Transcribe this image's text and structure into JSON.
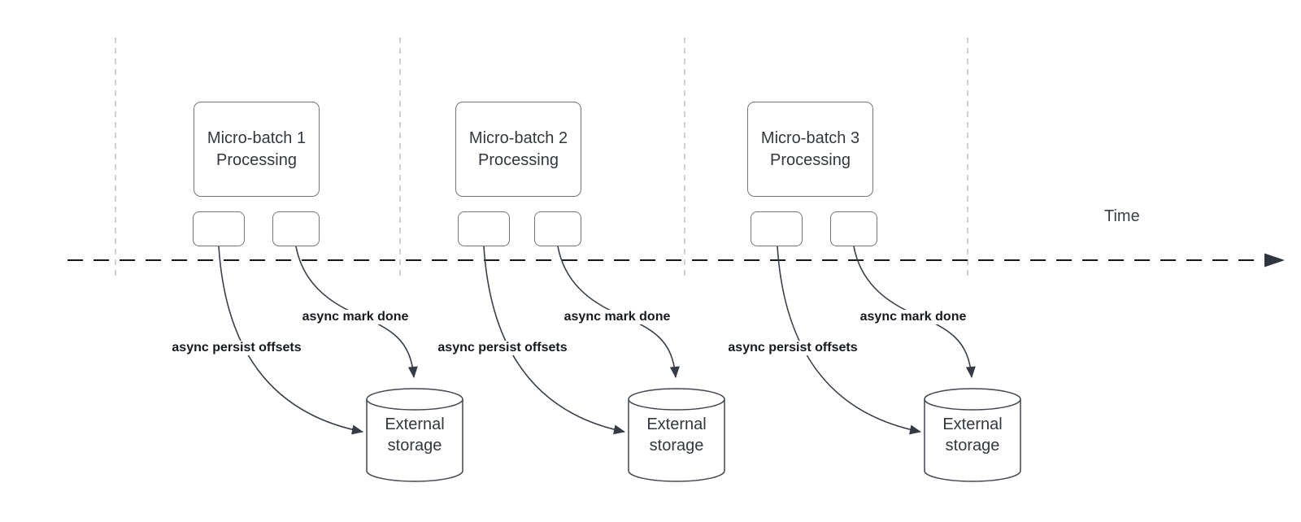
{
  "diagram": {
    "time_axis_label": "Time",
    "groups": [
      {
        "title_line1": "Micro-batch 1",
        "title_line2": "Processing",
        "persist_arrow_label": "async persist offsets",
        "mark_done_arrow_label": "async mark done",
        "storage_line1": "External",
        "storage_line2": "storage"
      },
      {
        "title_line1": "Micro-batch 2",
        "title_line2": "Processing",
        "persist_arrow_label": "async persist offsets",
        "mark_done_arrow_label": "async mark done",
        "storage_line1": "External",
        "storage_line2": "storage"
      },
      {
        "title_line1": "Micro-batch 3",
        "title_line2": "Processing",
        "persist_arrow_label": "async persist offsets",
        "mark_done_arrow_label": "async mark done",
        "storage_line1": "External",
        "storage_line2": "storage"
      }
    ]
  },
  "colors": {
    "background": "#ffffff",
    "guide_line": "#b4bac0",
    "axis_line": "#15181c",
    "connector_line": "#383f48",
    "arrowhead": "#343b46",
    "shape_border": "#70777f",
    "cylinder_border": "#40474f",
    "shape_text": "#33383e",
    "bold_label_text": "#16191d",
    "time_text": "#3a4149"
  }
}
